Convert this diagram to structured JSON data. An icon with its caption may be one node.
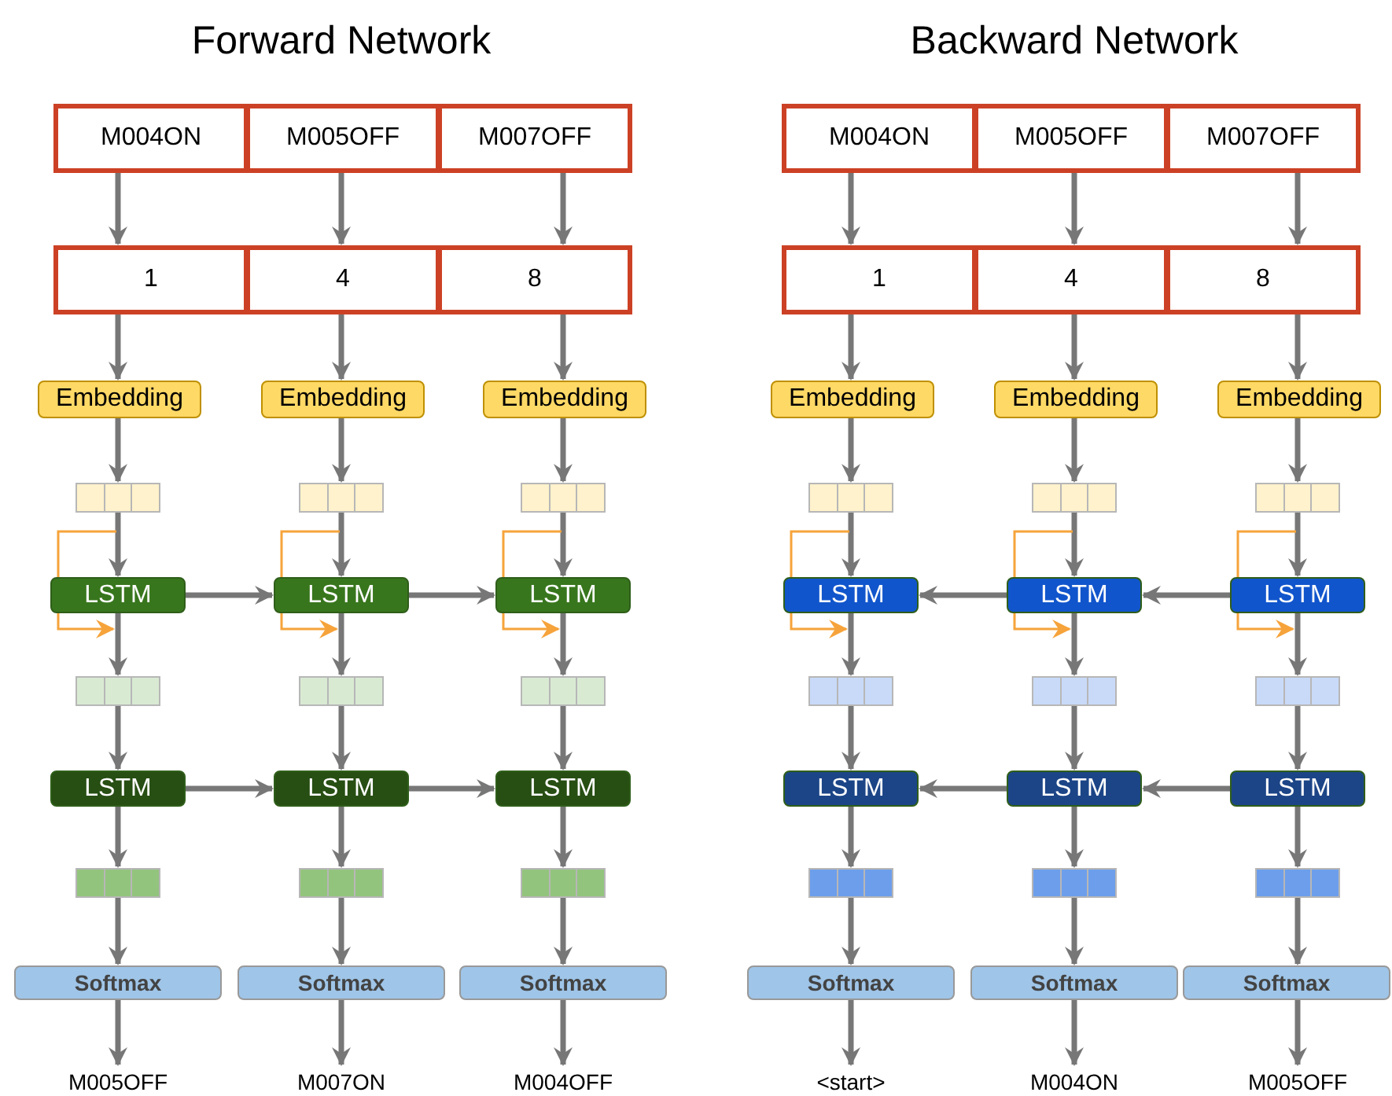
{
  "diagram": {
    "nodes": [
      {
        "text": [
          "M004ON"
        ]
      },
      {
        "text": [
          "M005OFF"
        ]
      },
      {
        "text": [
          "M007OFF"
        ]
      },
      {
        "text": [
          "M004ON"
        ]
      },
      {
        "text": [
          "M005OFF"
        ]
      },
      {
        "text": [
          "M007OFF"
        ]
      },
      {
        "text": [
          "1"
        ]
      },
      {
        "text": [
          "4"
        ]
      },
      {
        "text": [
          "8"
        ]
      },
      {
        "text": [
          "1"
        ]
      },
      {
        "text": [
          "4"
        ]
      },
      {
        "text": [
          "8"
        ]
      },
      {
        "text": [
          "Embedding"
        ]
      },
      {
        "text": [
          "Embedding"
        ]
      },
      {
        "text": [
          "Embedding"
        ]
      },
      {
        "text": [
          "Embedding"
        ]
      },
      {
        "text": [
          "Embedding"
        ]
      },
      {
        "text": [
          "Embedding"
        ]
      },
      {
        "text": [],
        "shape": "bar"
      },
      {
        "text": [],
        "shape": "bar"
      },
      {
        "text": [],
        "shape": "bar"
      },
      {
        "text": [],
        "shape": "bar"
      },
      {
        "text": [],
        "shape": "bar"
      },
      {
        "text": [],
        "shape": "bar"
      },
      {
        "text": [
          "LSTM"
        ]
      },
      {
        "text": [
          "LSTM"
        ]
      },
      {
        "text": [
          "LSTM"
        ]
      },
      {
        "text": [
          "LSTM"
        ]
      },
      {
        "text": [
          "LSTM"
        ]
      },
      {
        "text": [
          "LSTM"
        ]
      },
      {
        "text": [],
        "shape": "bar"
      },
      {
        "text": [],
        "shape": "bar"
      },
      {
        "text": [],
        "shape": "bar"
      },
      {
        "text": [],
        "shape": "bar"
      },
      {
        "text": [],
        "shape": "bar"
      },
      {
        "text": [],
        "shape": "bar"
      },
      {
        "text": [
          "LSTM"
        ]
      },
      {
        "text": [
          "LSTM"
        ]
      },
      {
        "text": [
          "LSTM"
        ]
      },
      {
        "text": [
          "LSTM"
        ]
      },
      {
        "text": [
          "LSTM"
        ]
      },
      {
        "text": [
          "LSTM"
        ]
      },
      {
        "text": [],
        "shape": "bar"
      },
      {
        "text": [],
        "shape": "bar"
      },
      {
        "text": [],
        "shape": "bar"
      },
      {
        "text": [],
        "shape": "bar"
      },
      {
        "text": [],
        "shape": "bar"
      },
      {
        "text": [],
        "shape": "bar"
      },
      {
        "text": [
          "Softmax"
        ]
      },
      {
        "text": [
          "Softmax"
        ]
      },
      {
        "text": [
          "Softmax"
        ]
      },
      {
        "text": [
          "Softmax"
        ]
      },
      {
        "text": [
          "Softmax"
        ]
      },
      {
        "text": [
          "Softmax"
        ]
      },
      {
        "text": [
          "M005OFF"
        ]
      },
      {
        "text": [
          "M007ON"
        ]
      },
      {
        "text": [
          "M004OFF"
        ]
      },
      {
        "text": [
          "<start>"
        ]
      },
      {
        "text": [
          "M004ON"
        ]
      },
      {
        "text": [
          "M005OFF"
        ]
      }
    ],
    "edges": [
      {
        "from": 0,
        "to": 6,
        "arrow": "to"
      },
      {
        "from": 1,
        "to": 7,
        "arrow": "to"
      },
      {
        "from": 2,
        "to": 8,
        "arrow": "to"
      },
      {
        "from": 3,
        "to": 9,
        "arrow": "to"
      },
      {
        "from": 4,
        "to": 10,
        "arrow": "to"
      },
      {
        "from": 5,
        "to": 11,
        "arrow": "to"
      },
      {
        "from": 6,
        "to": 12,
        "arrow": "to"
      },
      {
        "from": 7,
        "to": 13,
        "arrow": "to"
      },
      {
        "from": 8,
        "to": 14,
        "arrow": "to"
      },
      {
        "from": 9,
        "to": 15,
        "arrow": "to"
      },
      {
        "from": 10,
        "to": 16,
        "arrow": "to"
      },
      {
        "from": 11,
        "to": 17,
        "arrow": "to"
      },
      {
        "from": 12,
        "to": 18,
        "arrow": "to"
      },
      {
        "from": 13,
        "to": 19,
        "arrow": "to"
      },
      {
        "from": 14,
        "to": 20,
        "arrow": "to"
      },
      {
        "from": 15,
        "to": 21,
        "arrow": "to"
      },
      {
        "from": 16,
        "to": 22,
        "arrow": "to"
      },
      {
        "from": 17,
        "to": 23,
        "arrow": "to"
      },
      {
        "from": 18,
        "to": 24,
        "arrow": "to"
      },
      {
        "from": 19,
        "to": 25,
        "arrow": "to"
      },
      {
        "from": 20,
        "to": 26,
        "arrow": "to"
      },
      {
        "from": 21,
        "to": 27,
        "arrow": "to"
      },
      {
        "from": 22,
        "to": 28,
        "arrow": "to"
      },
      {
        "from": 23,
        "to": 29,
        "arrow": "to"
      },
      {
        "from": 24,
        "to": 30,
        "arrow": "to"
      },
      {
        "from": 25,
        "to": 31,
        "arrow": "to"
      },
      {
        "from": 26,
        "to": 32,
        "arrow": "to"
      },
      {
        "from": 27,
        "to": 33,
        "arrow": "to"
      },
      {
        "from": 28,
        "to": 34,
        "arrow": "to"
      },
      {
        "from": 29,
        "to": 35,
        "arrow": "to"
      },
      {
        "from": 30,
        "to": 36,
        "arrow": "to"
      },
      {
        "from": 31,
        "to": 37,
        "arrow": "to"
      },
      {
        "from": 32,
        "to": 38,
        "arrow": "to"
      },
      {
        "from": 33,
        "to": 39,
        "arrow": "to"
      },
      {
        "from": 34,
        "to": 40,
        "arrow": "to"
      },
      {
        "from": 35,
        "to": 41,
        "arrow": "to"
      },
      {
        "from": 36,
        "to": 42,
        "arrow": "to"
      },
      {
        "from": 37,
        "to": 43,
        "arrow": "to"
      },
      {
        "from": 38,
        "to": 44,
        "arrow": "to"
      },
      {
        "from": 39,
        "to": 45,
        "arrow": "to"
      },
      {
        "from": 40,
        "to": 46,
        "arrow": "to"
      },
      {
        "from": 41,
        "to": 47,
        "arrow": "to"
      },
      {
        "from": 42,
        "to": 48,
        "arrow": "to"
      },
      {
        "from": 43,
        "to": 49,
        "arrow": "to"
      },
      {
        "from": 44,
        "to": 50,
        "arrow": "to"
      },
      {
        "from": 45,
        "to": 51,
        "arrow": "to"
      },
      {
        "from": 46,
        "to": 52,
        "arrow": "to"
      },
      {
        "from": 47,
        "to": 53,
        "arrow": "to"
      },
      {
        "from": 48,
        "to": 54,
        "arrow": "to"
      },
      {
        "from": 49,
        "to": 55,
        "arrow": "to"
      },
      {
        "from": 50,
        "to": 56,
        "arrow": "to"
      },
      {
        "from": 51,
        "to": 57,
        "arrow": "to"
      },
      {
        "from": 52,
        "to": 58,
        "arrow": "to"
      },
      {
        "from": 53,
        "to": 59,
        "arrow": "to"
      },
      {
        "from": 24,
        "to": 25,
        "arrow": "to"
      },
      {
        "from": 25,
        "to": 26,
        "arrow": "to"
      },
      {
        "from": 28,
        "to": 27,
        "arrow": "to"
      },
      {
        "from": 29,
        "to": 28,
        "arrow": "to"
      },
      {
        "from": 36,
        "to": 37,
        "arrow": "to"
      },
      {
        "from": 37,
        "to": 38,
        "arrow": "to"
      },
      {
        "from": 40,
        "to": 39,
        "arrow": "to"
      },
      {
        "from": 41,
        "to": 40,
        "arrow": "to"
      },
      {
        "from": 18,
        "to": 24,
        "arrow": "to",
        "color": "#f6a33b"
      },
      {
        "from": 19,
        "to": 25,
        "arrow": "to",
        "color": "#f6a33b"
      },
      {
        "from": 20,
        "to": 26,
        "arrow": "to",
        "color": "#f6a33b"
      },
      {
        "from": 21,
        "to": 27,
        "arrow": "to",
        "color": "#f6a33b"
      },
      {
        "from": 22,
        "to": 28,
        "arrow": "to",
        "color": "#f6a33b"
      },
      {
        "from": 23,
        "to": 29,
        "arrow": "to",
        "color": "#f6a33b"
      }
    ],
    "labels": [
      "Forward Network",
      "Backward Network"
    ]
  }
}
